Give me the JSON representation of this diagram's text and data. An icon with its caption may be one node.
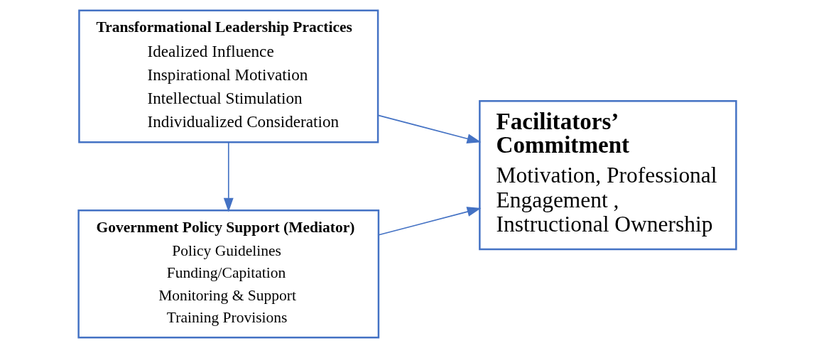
{
  "diagram": {
    "nodes": [
      {
        "text": [
          "Transformational Leadership Practices",
          "Idealized Influence",
          "Inspirational Motivation",
          "Intellectual Stimulation",
          "Individualized Consideration"
        ]
      },
      {
        "text": [
          "Facilitators’ Commitment",
          "Motivation, Professional Engagement , Instructional Ownership"
        ]
      },
      {
        "text": [
          "Government Policy Support (Mediator)",
          "Policy Guidelines",
          "Funding/Capitation",
          "Monitoring & Support",
          "Training Provisions"
        ]
      }
    ],
    "edges": [
      {
        "from": 0,
        "to": 1,
        "arrow": "to"
      },
      {
        "from": 0,
        "to": 2,
        "arrow": "to"
      },
      {
        "from": 2,
        "to": 1,
        "arrow": "to"
      }
    ]
  }
}
